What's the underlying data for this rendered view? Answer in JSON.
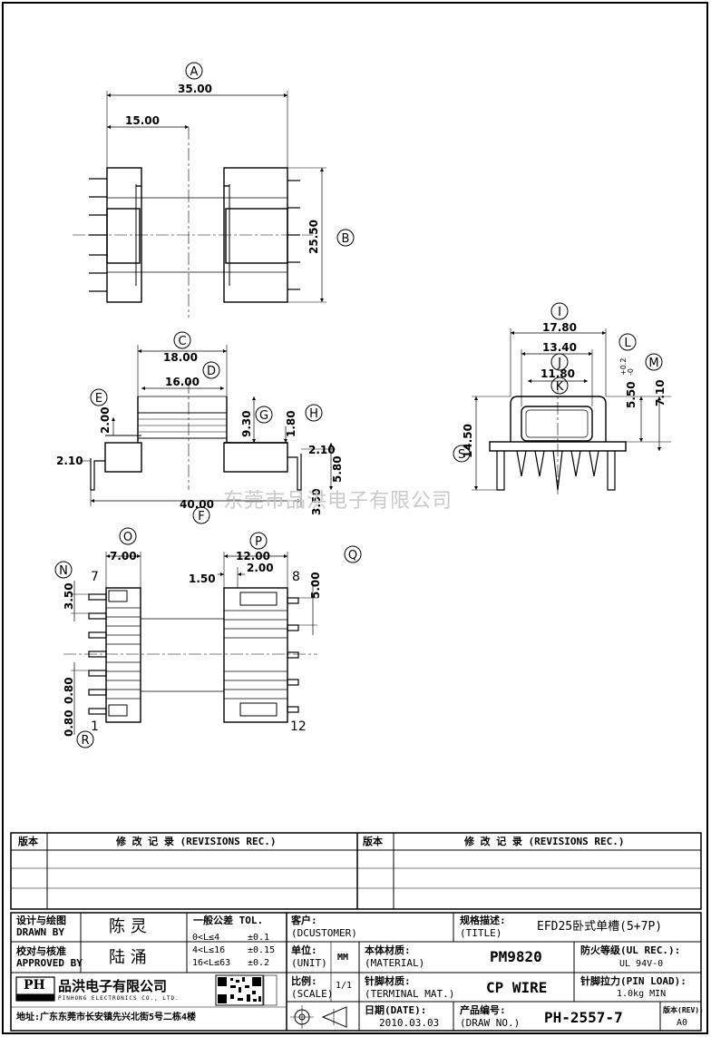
{
  "dimensions": {
    "top_view": {
      "overall_width": "35.00",
      "half_width": "15.00",
      "height": "25.50"
    },
    "front_view": {
      "flange_span": "18.00",
      "inner_span": "16.00",
      "height_left": "2.00",
      "height_window": "9.30",
      "pin_offset": "1.80",
      "pin_left": "2.10",
      "pin_right": "2.10",
      "pin_length": "5.80",
      "pin_span": "40.00",
      "pin_below": "3.50"
    },
    "side_view": {
      "outer": "17.80",
      "middle": "13.40",
      "inner": "11.80",
      "step": "5.50",
      "tol_plus": "+0.2",
      "tol_minus": "-0",
      "total_height": "7.10",
      "height": "14.50"
    },
    "bottom_view": {
      "left_width": "7.00",
      "right_width": "12.00",
      "pin_len_a": "1.50",
      "pin_len_b": "2.00",
      "pitch_top": "3.50",
      "pitch_right": "5.00",
      "pitch_small_a": "0.80",
      "pitch_small_b": "0.80",
      "pin_7": "7",
      "pin_8": "8",
      "pin_1": "1",
      "pin_12": "12"
    }
  },
  "callouts": [
    "A",
    "B",
    "C",
    "D",
    "E",
    "F",
    "G",
    "H",
    "I",
    "J",
    "K",
    "L",
    "M",
    "N",
    "O",
    "P",
    "Q",
    "R",
    "S"
  ],
  "watermark": "东莞市品洪电子有限公司",
  "revisions": {
    "col_version": "版本",
    "col_record": "修 改 记 录 (REVISIONS REC.)"
  },
  "title_block": {
    "designed_by_cn": "设计与绘图",
    "designed_by_en": "DRAWN BY",
    "designer": "陈 灵",
    "approved_by_cn": "校对与核准",
    "approved_by_en": "APPROVED BY",
    "approver": "陆 涌",
    "tolerance_title": "一般公差 TOL.",
    "tolerances": [
      {
        "range": "0<L≤4",
        "value": "±0.1"
      },
      {
        "range": "4<L≤16",
        "value": "±0.15"
      },
      {
        "range": "16<L≤63",
        "value": "±0.2"
      }
    ],
    "customer_cn": "客户:",
    "customer_en": "(DCUSTOMER)",
    "title_cn": "规格描述:",
    "title_en": "(TITLE)",
    "title_value": "EFD25卧式单槽(5+7P)",
    "unit_cn": "单位:",
    "unit_en": "(UNIT)",
    "unit_value": "MM",
    "material_cn": "本体材质:",
    "material_en": "(MATERIAL)",
    "material_value": "PM9820",
    "ul_cn": "防火等级(UL REC.):",
    "ul_value": "UL 94V-0",
    "scale_cn": "比例:",
    "scale_en": "(SCALE)",
    "scale_value": "1/1",
    "terminal_cn": "针脚材质:",
    "terminal_en": "(TERMINAL MAT.)",
    "terminal_value": "CP WIRE",
    "pinload_cn": "针脚拉力(PIN LOAD):",
    "pinload_value": "1.0kg MIN",
    "date_cn": "日期(DATE):",
    "date_value": "2010.03.03",
    "drawno_cn": "产品编号:",
    "drawno_en": "(DRAW NO.)",
    "drawno_value": "PH-2557-7",
    "rev_cn": "版本(REV):",
    "rev_value": "A0",
    "company_cn": "品洪电子有限公司",
    "company_en": "PINHONG ELECTRONICS CO., LTD.",
    "logo_text": "PH",
    "address": "地址:广东东莞市长安镇先兴北街5号二栋4楼"
  }
}
